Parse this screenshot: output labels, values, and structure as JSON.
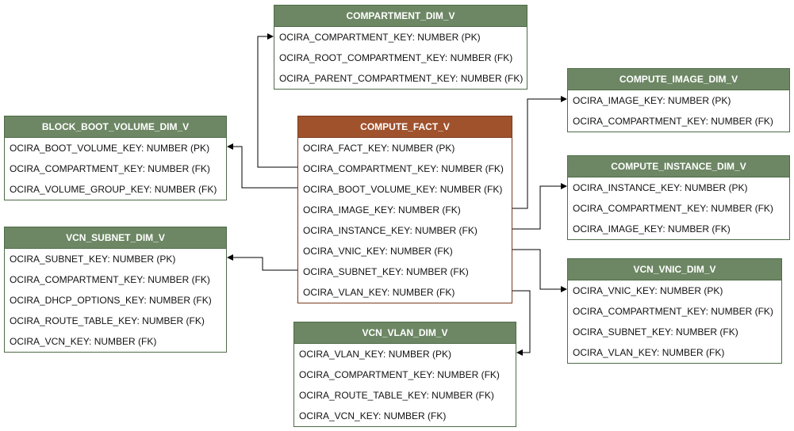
{
  "entities": {
    "compartment": {
      "title": "COMPARTMENT_DIM_V",
      "rows": [
        "OCIRA_COMPARTMENT_KEY: NUMBER (PK)",
        "OCIRA_ROOT_COMPARTMENT_KEY: NUMBER (FK)",
        "OCIRA_PARENT_COMPARTMENT_KEY: NUMBER (FK)"
      ]
    },
    "compute_image": {
      "title": "COMPUTE_IMAGE_DIM_V",
      "rows": [
        "OCIRA_IMAGE_KEY: NUMBER (PK)",
        "OCIRA_COMPARTMENT_KEY: NUMBER (FK)"
      ]
    },
    "block_boot_volume": {
      "title": "BLOCK_BOOT_VOLUME_DIM_V",
      "rows": [
        "OCIRA_BOOT_VOLUME_KEY: NUMBER (PK)",
        "OCIRA_COMPARTMENT_KEY: NUMBER (FK)",
        "OCIRA_VOLUME_GROUP_KEY: NUMBER (FK)"
      ]
    },
    "compute_fact": {
      "title": "COMPUTE_FACT_V",
      "rows": [
        "OCIRA_FACT_KEY: NUMBER (PK)",
        "OCIRA_COMPARTMENT_KEY: NUMBER (FK)",
        "OCIRA_BOOT_VOLUME_KEY: NUMBER (FK)",
        "OCIRA_IMAGE_KEY: NUMBER (FK)",
        "OCIRA_INSTANCE_KEY: NUMBER (FK)",
        "OCIRA_VNIC_KEY: NUMBER (FK)",
        "OCIRA_SUBNET_KEY: NUMBER (FK)",
        "OCIRA_VLAN_KEY: NUMBER (FK)"
      ]
    },
    "compute_instance": {
      "title": "COMPUTE_INSTANCE_DIM_V",
      "rows": [
        "OCIRA_INSTANCE_KEY: NUMBER (PK)",
        "OCIRA_COMPARTMENT_KEY: NUMBER (FK)",
        "OCIRA_IMAGE_KEY: NUMBER (FK)"
      ]
    },
    "vcn_subnet": {
      "title": "VCN_SUBNET_DIM_V",
      "rows": [
        "OCIRA_SUBNET_KEY: NUMBER (PK)",
        "OCIRA_COMPARTMENT_KEY: NUMBER (FK)",
        "OCIRA_DHCP_OPTIONS_KEY: NUMBER (FK)",
        "OCIRA_ROUTE_TABLE_KEY: NUMBER (FK)",
        "OCIRA_VCN_KEY: NUMBER (FK)"
      ]
    },
    "vcn_vnic": {
      "title": "VCN_VNIC_DIM_V",
      "rows": [
        "OCIRA_VNIC_KEY: NUMBER (PK)",
        "OCIRA_COMPARTMENT_KEY: NUMBER (FK)",
        "OCIRA_SUBNET_KEY: NUMBER (FK)",
        "OCIRA_VLAN_KEY: NUMBER (FK)"
      ]
    },
    "vcn_vlan": {
      "title": "VCN_VLAN_DIM_V",
      "rows": [
        "OCIRA_VLAN_KEY: NUMBER (PK)",
        "OCIRA_COMPARTMENT_KEY: NUMBER (FK)",
        "OCIRA_ROUTE_TABLE_KEY: NUMBER (FK)",
        "OCIRA_VCN_KEY: NUMBER (FK)"
      ]
    }
  },
  "colors": {
    "dimension_header": "#6d8764",
    "fact_header": "#a0522d",
    "connector": "#000000"
  }
}
